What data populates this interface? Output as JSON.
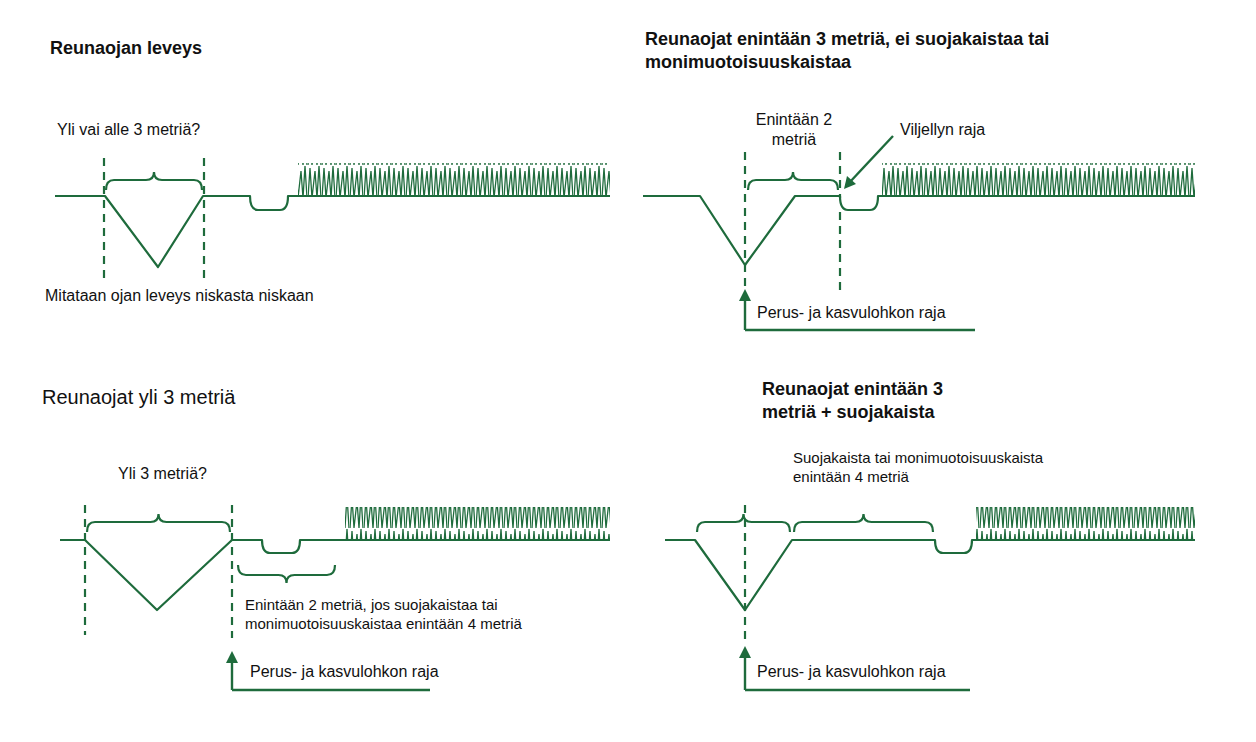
{
  "diagram": {
    "labels": [
      "Reunaojan leveys",
      "Yli vai alle 3 metriä?",
      "Mitataan ojan leveys niskasta niskaan",
      "Reunaojat enintään 3 metriä, ei suojakaistaa tai monimuotoisuuskaistaa",
      "Enintään 2 metriä",
      "Viljellyn raja",
      "Perus- ja kasvulohkon raja",
      "Reunaojat yli 3 metriä",
      "Yli 3 metriä?",
      "Enintään 2 metriä, jos suojakaistaa tai monimuotoisuuskaistaa enintään 4 metriä",
      "Perus- ja kasvulohkon raja",
      "Reunaojat enintään 3 metriä + suojakaista",
      "Suojakaista tai monimuotoisuuskaista enintään 4 metriä",
      "Perus- ja kasvulohkon raja"
    ]
  }
}
